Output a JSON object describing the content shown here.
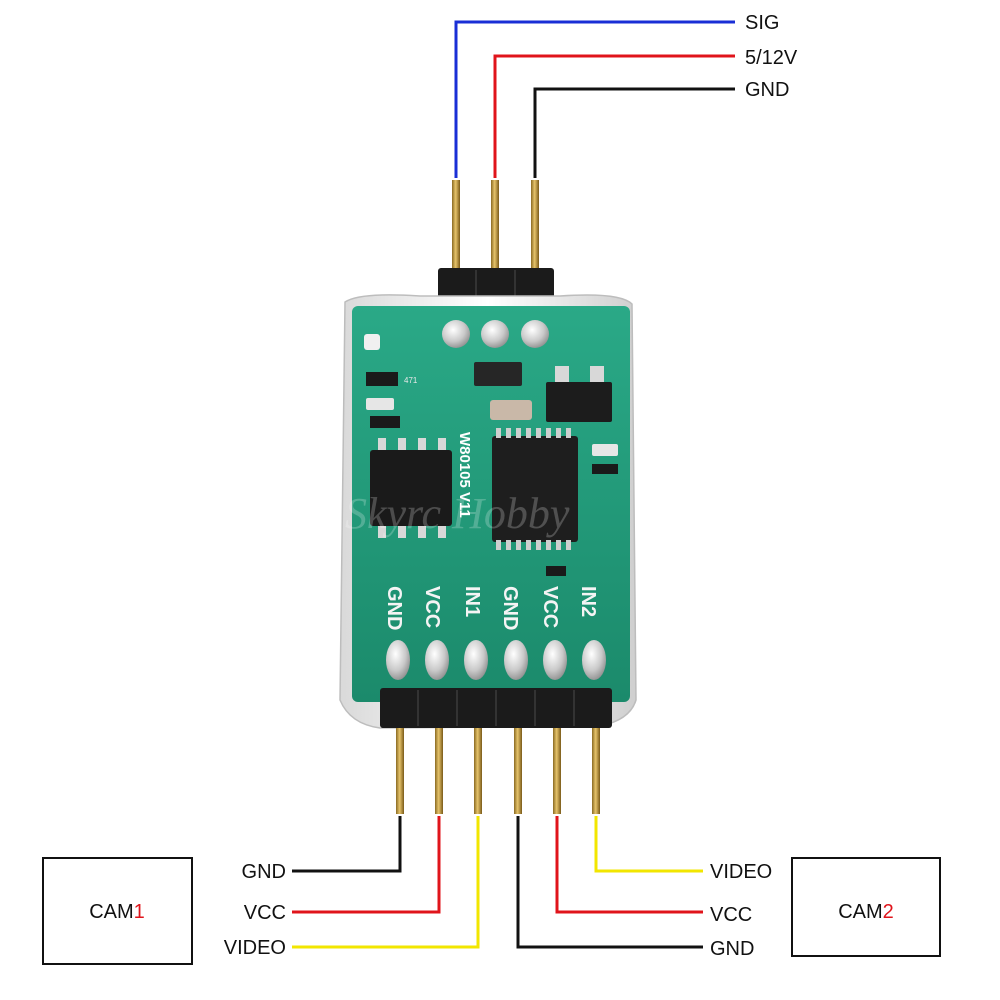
{
  "top_connector": {
    "sig_label": "SIG",
    "power_label": "5/12V",
    "gnd_label": "GND"
  },
  "board": {
    "chip_marking": "W80105 V11",
    "pin_labels": [
      "GND",
      "VCC",
      "IN1",
      "GND",
      "VCC",
      "IN2"
    ],
    "resistor_marking": "471",
    "watermark": "Skyrc Hobby"
  },
  "cam1": {
    "label_prefix": "CAM",
    "label_number": "1",
    "gnd_label": "GND",
    "vcc_label": "VCC",
    "video_label": "VIDEO"
  },
  "cam2": {
    "label_prefix": "CAM",
    "label_number": "2",
    "video_label": "VIDEO",
    "vcc_label": "VCC",
    "gnd_label": "GND"
  },
  "colors": {
    "signal": "#1a2fd6",
    "power": "#e0141b",
    "ground": "#111111",
    "video": "#f2e600",
    "pcb": "#1f9a78",
    "cam_number": "#e0141b"
  }
}
